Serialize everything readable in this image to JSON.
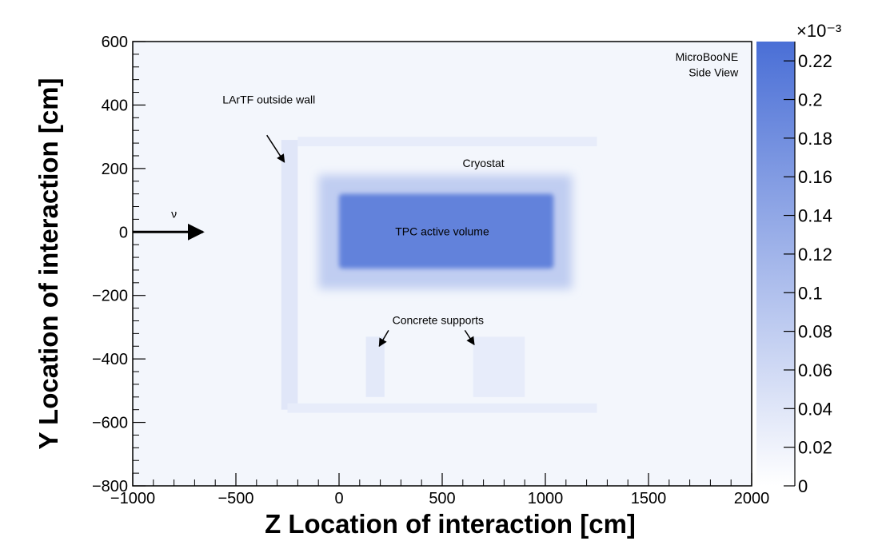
{
  "chart_data": {
    "type": "heatmap",
    "title": "",
    "xlabel": "Z Location of interaction [cm]",
    "ylabel": "Y Location of interaction [cm]",
    "xlim": [
      -1000,
      2000
    ],
    "ylim": [
      -800,
      600
    ],
    "xticks": [
      -1000,
      -500,
      0,
      500,
      1000,
      1500,
      2000
    ],
    "xtick_labels": [
      "−1000",
      "−500",
      "0",
      "500",
      "1000",
      "1500",
      "2000"
    ],
    "yticks": [
      600,
      400,
      200,
      0,
      -200,
      -400,
      -600,
      -800
    ],
    "ytick_labels": [
      "600",
      "400",
      "200",
      "0",
      "−200",
      "−400",
      "−600",
      "−800"
    ],
    "grid": false,
    "colormap": {
      "low_color": "#ffffff",
      "high_color": "#4a6fd6",
      "range": [
        0,
        0.00023
      ],
      "multiplier_label": "×10⁻³",
      "ticks": [
        0,
        0.02,
        0.04,
        0.06,
        0.08,
        0.1,
        0.12,
        0.14,
        0.16,
        0.18,
        0.2,
        0.22
      ],
      "tick_labels": [
        "0",
        "0.02",
        "0.04",
        "0.06",
        "0.08",
        "0.1",
        "0.12",
        "0.14",
        "0.16",
        "0.18",
        "0.2",
        "0.22"
      ]
    },
    "regions": [
      {
        "name": "background",
        "zmin": -1000,
        "zmax": 2000,
        "ymin": -800,
        "ymax": 600,
        "value": 1.5e-05
      },
      {
        "name": "LArTF outside wall",
        "zmin": -280,
        "zmax": -200,
        "ymin": -560,
        "ymax": 290,
        "value": 4e-05
      },
      {
        "name": "building roof",
        "zmin": -200,
        "zmax": 1250,
        "ymin": 270,
        "ymax": 300,
        "value": 3e-05
      },
      {
        "name": "building floor",
        "zmin": -250,
        "zmax": 1250,
        "ymin": -570,
        "ymax": -540,
        "value": 3e-05
      },
      {
        "name": "cryostat halo",
        "zmin": -100,
        "zmax": 1130,
        "ymin": -180,
        "ymax": 180,
        "value": 8e-05
      },
      {
        "name": "TPC active volume",
        "zmin": 0,
        "zmax": 1040,
        "ymin": -115,
        "ymax": 120,
        "value": 0.0002
      },
      {
        "name": "concrete support left",
        "zmin": 130,
        "zmax": 220,
        "ymin": -520,
        "ymax": -330,
        "value": 3.5e-05
      },
      {
        "name": "concrete support right",
        "zmin": 650,
        "zmax": 900,
        "ymin": -520,
        "ymax": -330,
        "value": 3e-05
      }
    ],
    "annotations": [
      {
        "text": "MicroBooNE",
        "z": 1935,
        "y": 540
      },
      {
        "text": "Side View",
        "z": 1935,
        "y": 490
      },
      {
        "text": "LArTF outside wall",
        "z": -340,
        "y": 405
      },
      {
        "text": "Cryostat",
        "z": 700,
        "y": 205
      },
      {
        "text": "TPC active volume",
        "z": 500,
        "y": -10
      },
      {
        "text": "Concrete supports",
        "z": 480,
        "y": -290
      },
      {
        "text": "ν",
        "z": -800,
        "y": 45
      }
    ],
    "arrows": [
      {
        "name": "neutrino-beam-arrow",
        "from": [
          -1000,
          0
        ],
        "to": [
          -660,
          0
        ]
      },
      {
        "name": "lartf-wall-arrow",
        "from": [
          -350,
          305
        ],
        "to": [
          -265,
          220
        ]
      },
      {
        "name": "concrete-arrow-left",
        "from": [
          240,
          -310
        ],
        "to": [
          195,
          -360
        ]
      },
      {
        "name": "concrete-arrow-right",
        "from": [
          610,
          -310
        ],
        "to": [
          655,
          -355
        ]
      }
    ]
  }
}
